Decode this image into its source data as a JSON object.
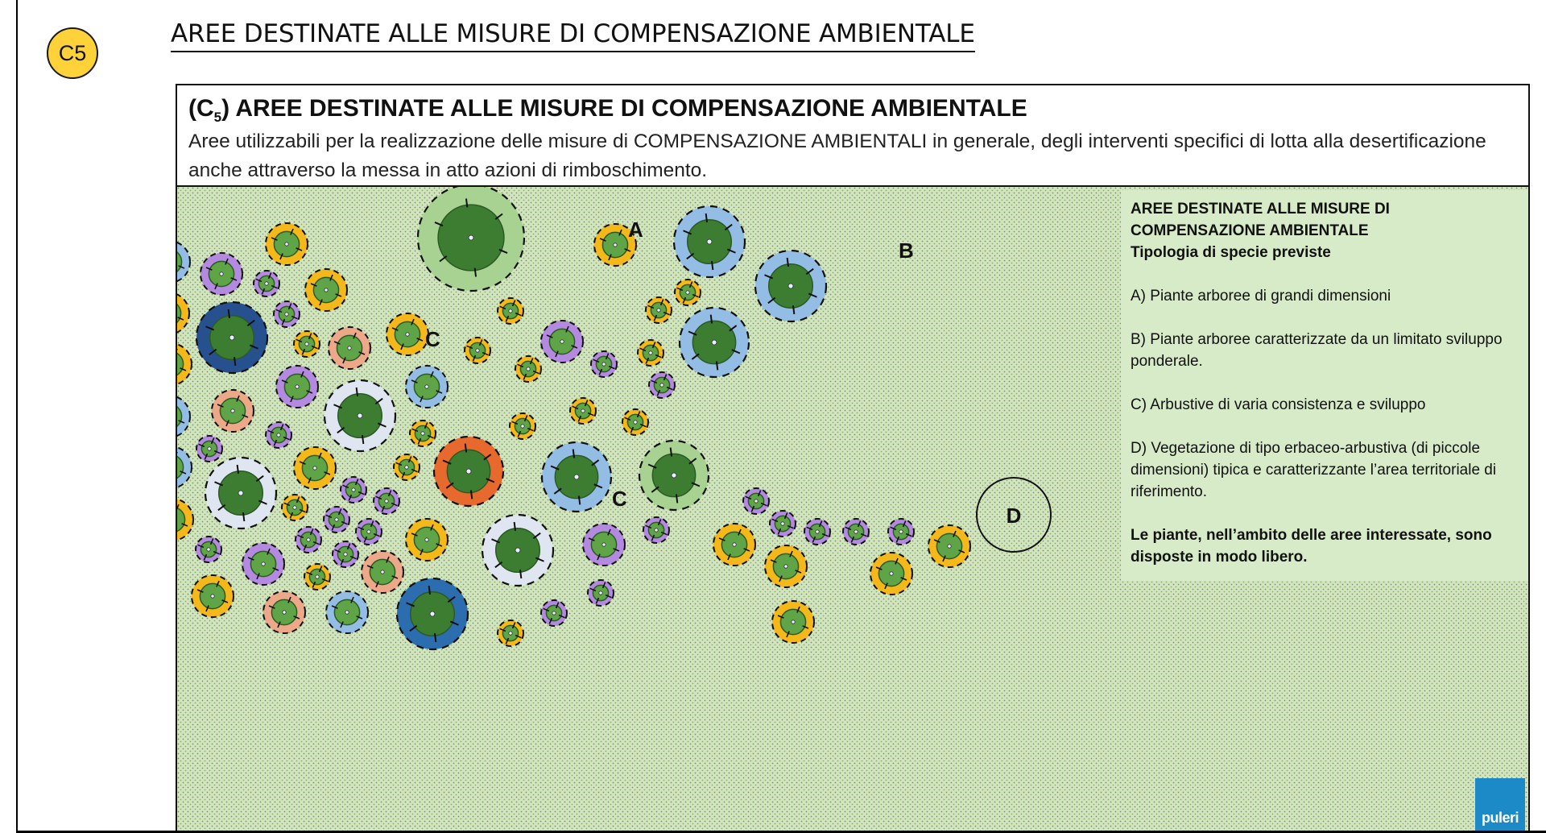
{
  "badge": {
    "label": "C5",
    "color": "#ffd23a"
  },
  "page_title": "AREE DESTINATE ALLE MISURE DI COMPENSAZIONE AMBIENTALE",
  "header": {
    "title_prefix": "(C",
    "title_sub": "5",
    "title_rest": ") AREE DESTINATE ALLE MISURE DI COMPENSAZIONE AMBIENTALE",
    "description": "Aree utilizzabili per la realizzazione delle misure di COMPENSAZIONE AMBIENTALI in generale, degli interventi specifici di lotta alla desertificazione anche attraverso la messa in atto azioni di rimboschimento."
  },
  "diagram": {
    "labels": {
      "a": "A",
      "b": "B",
      "c1": "C",
      "c2": "C",
      "d": "D"
    },
    "colors": {
      "background": "#cfe0bc",
      "tree_inner": "#3d7d32",
      "tree_inner_light": "#5fa447",
      "yellow": "#f4b81a",
      "lavender": "#b48ae0",
      "salmon": "#eda88a",
      "lightblue": "#94bde6",
      "paleblue": "#dfe6f2",
      "darkblue": "#27508f",
      "blue": "#2c6db0",
      "orange": "#e8692d",
      "lightgreen": "#a8d292"
    }
  },
  "legend": {
    "title_line1": "AREE DESTINATE ALLE MISURE DI",
    "title_line2": "COMPENSAZIONE AMBIENTALE",
    "subtitle": "Tipologia di specie previste",
    "items": [
      "A) Piante arboree di grandi dimensioni",
      "B) Piante arboree caratterizzate da un limitato sviluppo ponderale.",
      "C) Arbustive di varia consistenza  e sviluppo",
      "D) Vegetazione di tipo erbaceo-arbustiva (di piccole dimensioni) tipica e caratterizzante l’area territoriale di riferimento."
    ],
    "note": "Le piante, nell’ambito delle aree interessate, sono disposte in modo libero."
  },
  "logo": {
    "text": "puleri"
  }
}
